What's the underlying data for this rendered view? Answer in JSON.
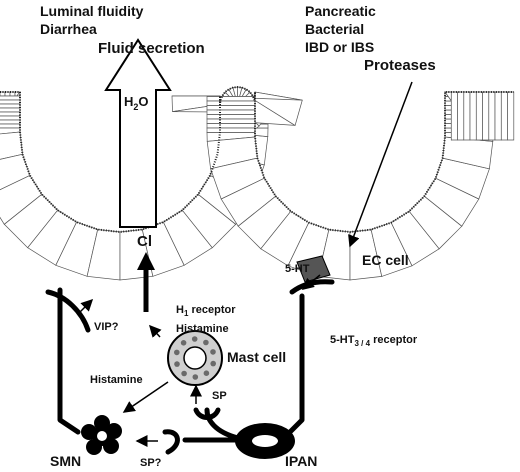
{
  "labels": {
    "luminal_fluidity": "Luminal fluidity",
    "diarrhea": "Diarrhea",
    "fluid_secretion": "Fluid secretion",
    "h2o": "H",
    "h2o_sub": "2",
    "h2o_end": "O",
    "cl": "Cl",
    "pancreatic": "Pancreatic",
    "bacterial": "Bacterial",
    "ibd_ibs": "IBD or IBS",
    "proteases": "Proteases",
    "ec_cell": "EC cell",
    "five_ht": "5-HT",
    "vip": "VIP?",
    "h1_receptor_pre": "H",
    "h1_receptor_sub": "1",
    "h1_receptor_post": " receptor",
    "histamine_upper": "Histamine",
    "mast_cell": "Mast cell",
    "histamine_lower": "Histamine",
    "sp": "SP",
    "sp_q": "SP?",
    "ht34_pre": "5-HT",
    "ht34_sub": "3 / 4",
    "ht34_post": " receptor",
    "smn": "SMN",
    "ipan": "IPAN"
  },
  "colors": {
    "ink": "#000000",
    "ec_cell_fill": "#555555",
    "mast_cell_fill": "#cfcfcf",
    "granule_fill": "#6a6a6a"
  }
}
